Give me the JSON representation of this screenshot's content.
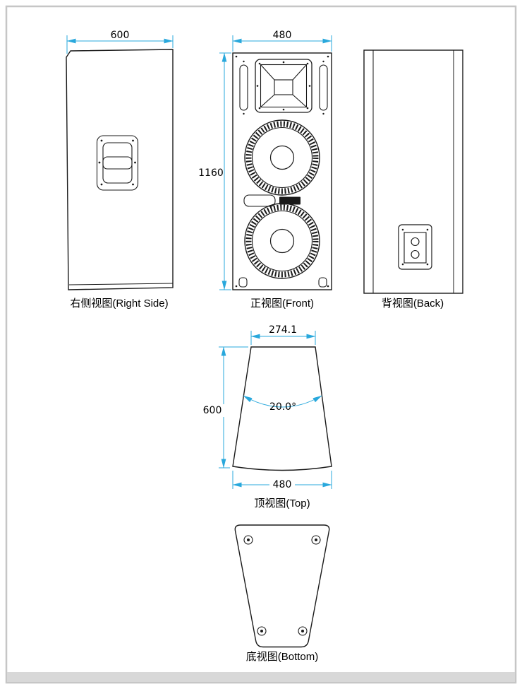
{
  "colors": {
    "drawing_line": "#1a1a1a",
    "dimension_line": "#29a8dc",
    "frame": "#c6c6c6",
    "background": "#ffffff"
  },
  "views": {
    "right_side": {
      "label": "右侧视图(Right Side)",
      "width_dim": "600"
    },
    "front": {
      "label": "正视图(Front)",
      "width_dim": "480",
      "height_dim": "1160"
    },
    "back": {
      "label": "背视图(Back)"
    },
    "top": {
      "label": "顶视图(Top)",
      "top_width_dim": "274.1",
      "depth_dim": "600",
      "angle_dim": "20.0°",
      "bottom_width_dim": "480"
    },
    "bottom": {
      "label": "底视图(Bottom)"
    }
  }
}
